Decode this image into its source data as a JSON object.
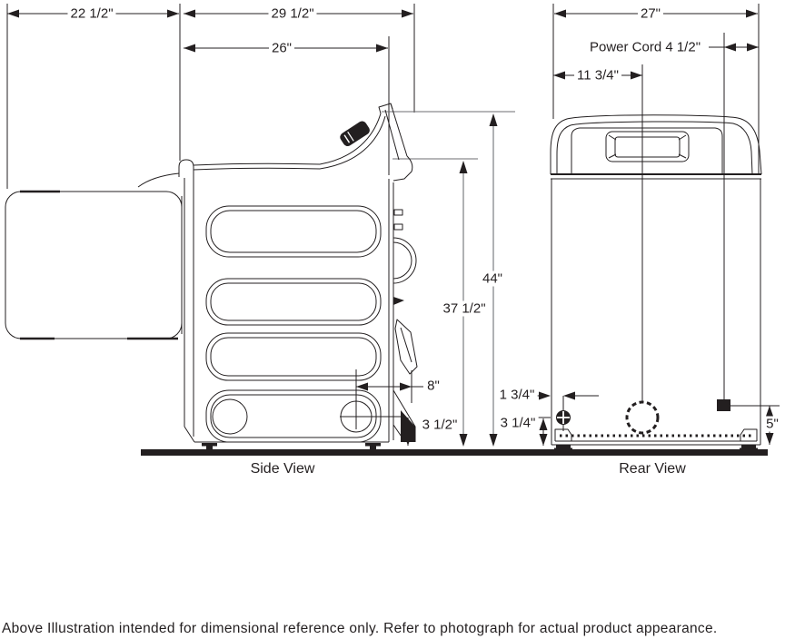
{
  "diagram": {
    "side_view": {
      "label": "Side View"
    },
    "rear_view": {
      "label": "Rear View"
    },
    "dimensions": {
      "door_depth": "22 1/2\"",
      "depth_total": "29 1/2\"",
      "depth_body": "26\"",
      "width": "27\"",
      "power_cord": "Power Cord 4 1/2\"",
      "vent_offset": "11 3/4\"",
      "height_total": "44\"",
      "height_lid": "37 1/2\"",
      "gas_from_rear": "8\"",
      "gas_height_side": "3 1/2\"",
      "gas_from_side": "1 3/4\"",
      "gas_height_rear": "3 1/4\"",
      "cord_height": "5\""
    },
    "footnote": "Above Illustration intended for dimensional reference only. Refer to photograph for actual product appearance."
  },
  "colors": {
    "line": "#231f20",
    "dim_gray": "#9d9fa2",
    "ref_gray": "#6d6e71",
    "background": "#ffffff"
  }
}
